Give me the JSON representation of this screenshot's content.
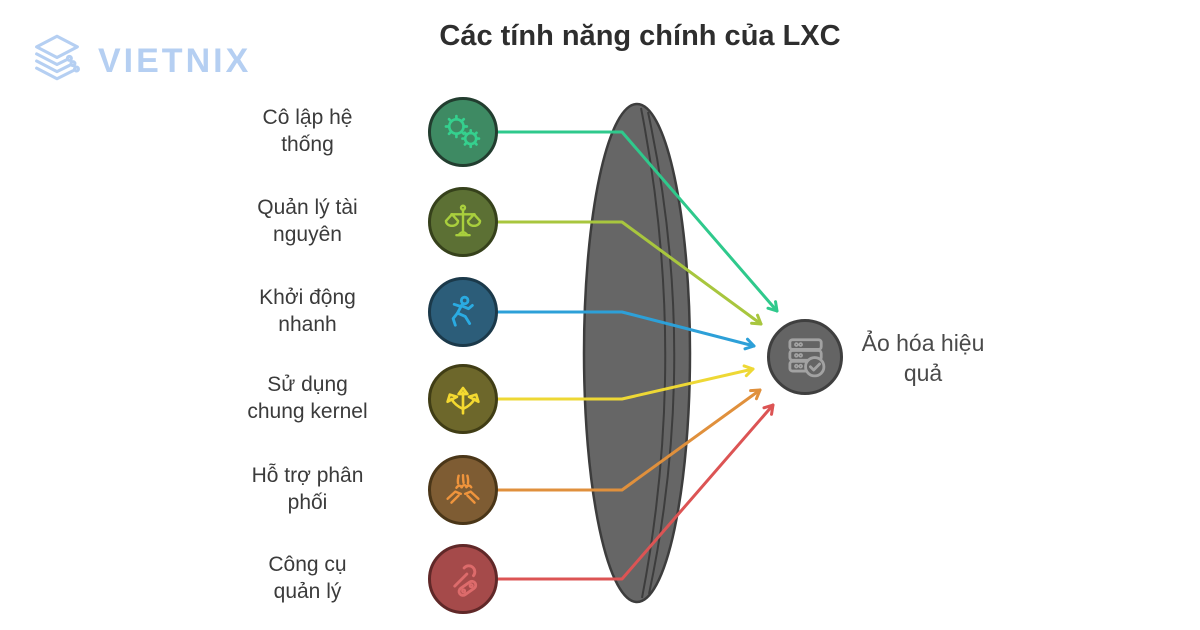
{
  "brand": {
    "name": "VIETNIX",
    "color": "#b5cff2"
  },
  "title": {
    "text": "Các tính năng chính của LXC",
    "color": "#2e2e2e"
  },
  "features": [
    {
      "lines": [
        "Cô lập hệ",
        "thống"
      ],
      "icon": "gears-icon",
      "circle_fill": "#3e8a63",
      "circle_border": "#223d2f",
      "icon_color": "#35d08e",
      "line_color": "#2fc98c"
    },
    {
      "lines": [
        "Quản lý tài",
        "nguyên"
      ],
      "icon": "scales-icon",
      "circle_fill": "#5c7034",
      "circle_border": "#36411b",
      "icon_color": "#a9cf3d",
      "line_color": "#a8c63e"
    },
    {
      "lines": [
        "Khởi động",
        "nhanh"
      ],
      "icon": "runner-icon",
      "circle_fill": "#2c5d79",
      "circle_border": "#1b394a",
      "icon_color": "#2aabe2",
      "line_color": "#2da0d8"
    },
    {
      "lines": [
        "Sử dụng",
        "chung kernel"
      ],
      "icon": "branch-arrows-icon",
      "circle_fill": "#6d672b",
      "circle_border": "#403d15",
      "icon_color": "#f4d930",
      "line_color": "#eed835"
    },
    {
      "lines": [
        "Hỗ trợ phân",
        "phối"
      ],
      "icon": "hands-icon",
      "circle_fill": "#7e5c33",
      "circle_border": "#4a3618",
      "icon_color": "#ef943c",
      "line_color": "#e0903c"
    },
    {
      "lines": [
        "Công cụ",
        "quản lý"
      ],
      "icon": "tools-icon",
      "circle_fill": "#a54a4a",
      "circle_border": "#602828",
      "icon_color": "#dd6b6b",
      "line_color": "#dc5454"
    }
  ],
  "result": {
    "lines": [
      "Ảo hóa hiệu",
      "quả"
    ],
    "icon": "server-check-icon",
    "circle_fill": "#646464",
    "circle_border": "#3f3f3f",
    "icon_color": "#a2a2a2",
    "label_color": "#4a4a4a"
  },
  "lens": {
    "fill": "#666666",
    "border": "#3d3d3d"
  }
}
